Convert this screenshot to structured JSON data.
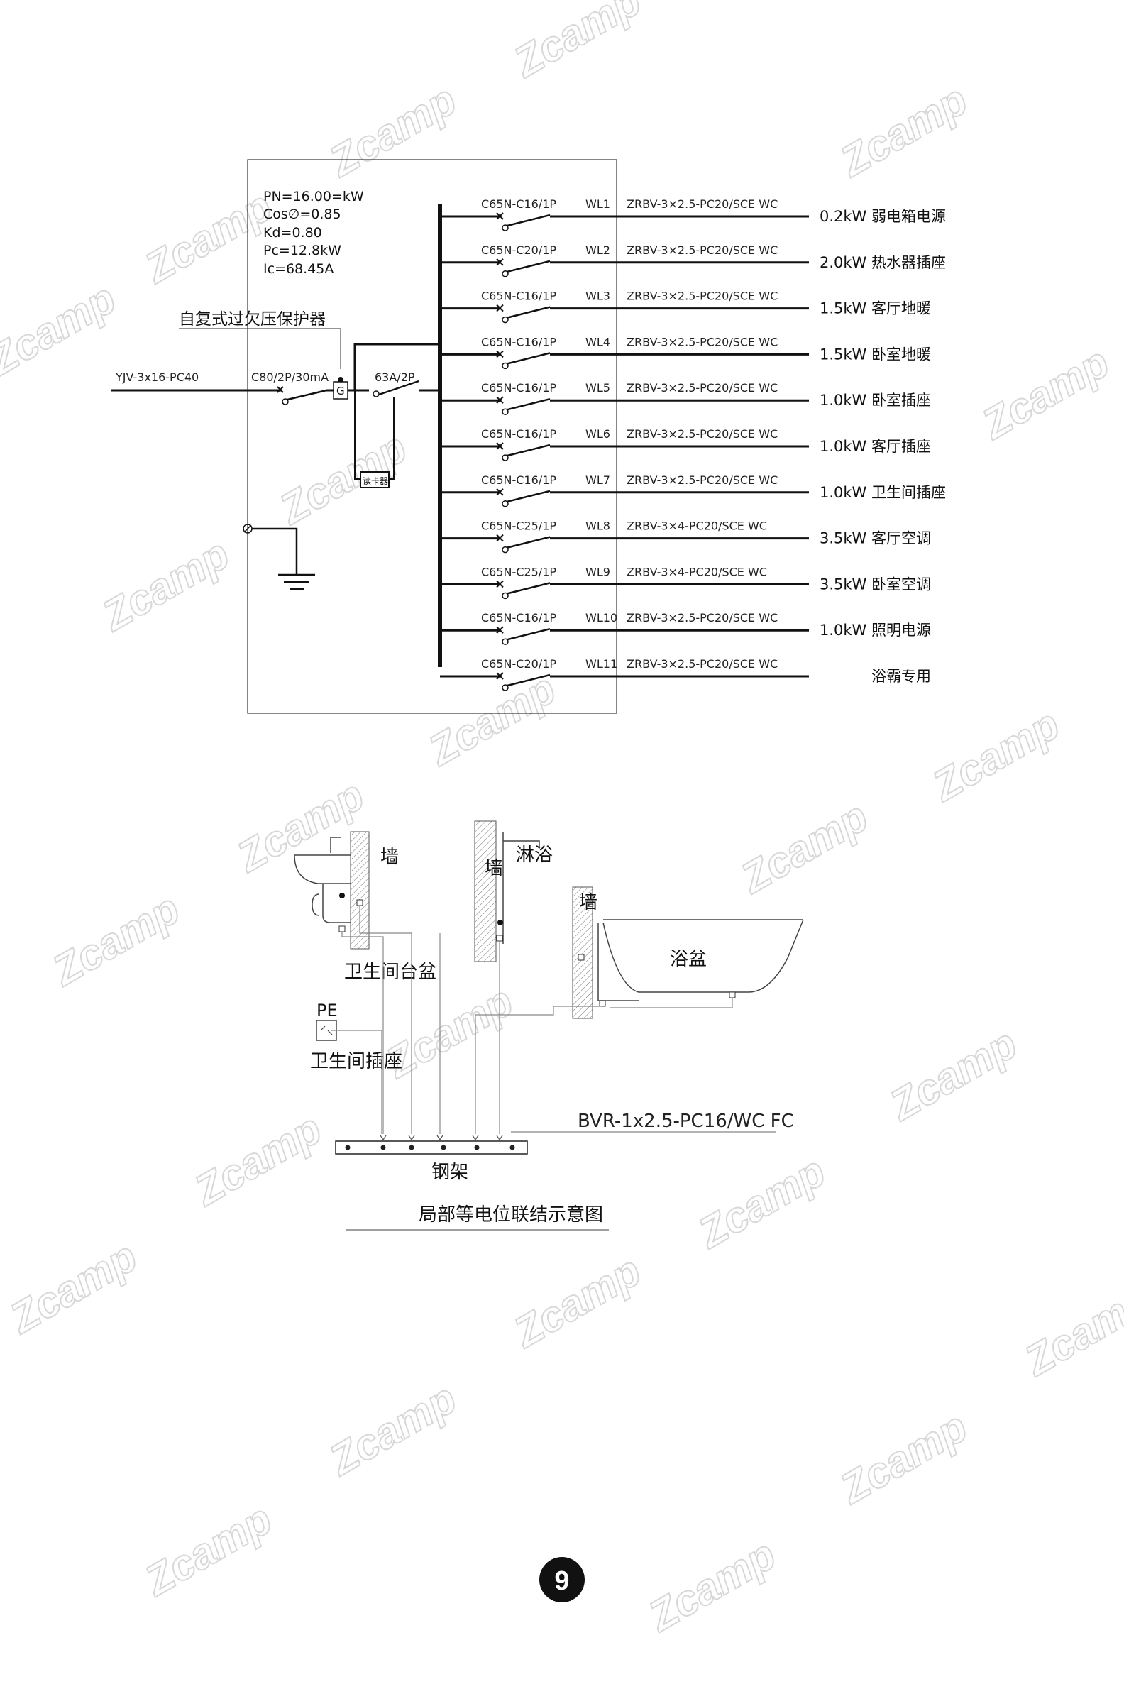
{
  "watermark": {
    "text": "Zcamp",
    "color": "#d8d8d8"
  },
  "panel": {
    "params": [
      "PN=16.00=kW",
      "Cos∅=0.85",
      "Kd=0.80",
      "Pc=12.8kW",
      "Ic=68.45A"
    ],
    "protector_label": "自复式过欠压保护器",
    "incoming_cable": "YJV-3x16-PC40",
    "main_breaker": "C80/2P/30mA",
    "guard_symbol": "G",
    "switch_label": "63A/2P",
    "card_reader": "读卡器"
  },
  "circuits": [
    {
      "breaker": "C65N-C16/1P",
      "id": "WL1",
      "cable": "ZRBV-3×2.5-PC20/SCE  WC",
      "power": "0.2kW",
      "use": "弱电箱电源"
    },
    {
      "breaker": "C65N-C20/1P",
      "id": "WL2",
      "cable": "ZRBV-3×2.5-PC20/SCE  WC",
      "power": "2.0kW",
      "use": "热水器插座"
    },
    {
      "breaker": "C65N-C16/1P",
      "id": "WL3",
      "cable": "ZRBV-3×2.5-PC20/SCE  WC",
      "power": "1.5kW",
      "use": "客厅地暖"
    },
    {
      "breaker": "C65N-C16/1P",
      "id": "WL4",
      "cable": "ZRBV-3×2.5-PC20/SCE  WC",
      "power": "1.5kW",
      "use": "卧室地暖"
    },
    {
      "breaker": "C65N-C16/1P",
      "id": "WL5",
      "cable": "ZRBV-3×2.5-PC20/SCE  WC",
      "power": "1.0kW",
      "use": "卧室插座"
    },
    {
      "breaker": "C65N-C16/1P",
      "id": "WL6",
      "cable": "ZRBV-3×2.5-PC20/SCE  WC",
      "power": "1.0kW",
      "use": "客厅插座"
    },
    {
      "breaker": "C65N-C16/1P",
      "id": "WL7",
      "cable": "ZRBV-3×2.5-PC20/SCE  WC",
      "power": "1.0kW",
      "use": "卫生间插座"
    },
    {
      "breaker": "C65N-C25/1P",
      "id": "WL8",
      "cable": "ZRBV-3×4-PC20/SCE  WC",
      "power": "3.5kW",
      "use": "客厅空调"
    },
    {
      "breaker": "C65N-C25/1P",
      "id": "WL9",
      "cable": "ZRBV-3×4-PC20/SCE  WC",
      "power": "3.5kW",
      "use": "卧室空调"
    },
    {
      "breaker": "C65N-C16/1P",
      "id": "WL10",
      "cable": "ZRBV-3×2.5-PC20/SCE  WC",
      "power": "1.0kW",
      "use": "照明电源"
    },
    {
      "breaker": "C65N-C20/1P",
      "id": "WL11",
      "cable": "ZRBV-3×2.5-PC20/SCE  WC",
      "power": "",
      "use": "浴霸专用"
    }
  ],
  "bonding": {
    "wall_label": "墙",
    "shower_label": "淋浴",
    "tub_label": "浴盆",
    "basin_label": "卫生间台盆",
    "pe_label": "PE",
    "socket_label": "卫生间插座",
    "cable_label": "BVR-1x2.5-PC16/WC FC",
    "bar_label": "钢架",
    "title": "局部等电位联结示意图"
  },
  "page_number": "9"
}
